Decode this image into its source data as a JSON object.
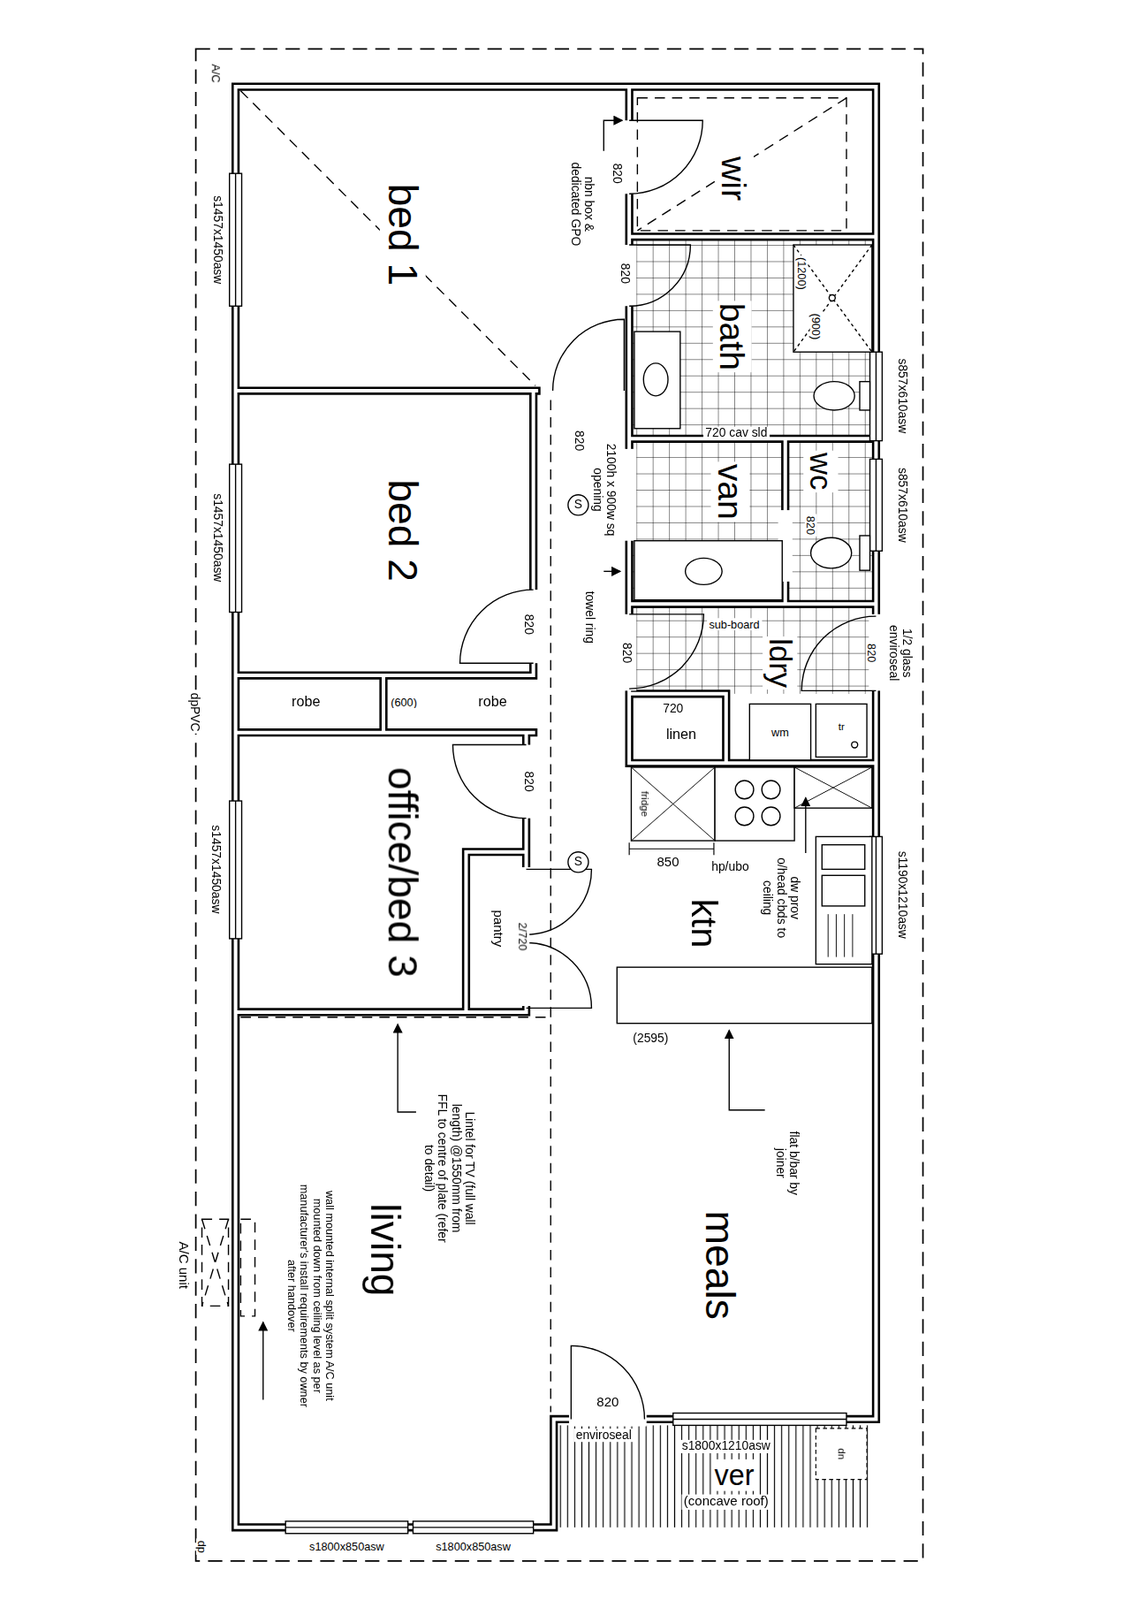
{
  "diagram": {
    "nodes": [
      {
        "text": [
          "bed 1"
        ]
      },
      {
        "text": [
          "wir"
        ]
      },
      {
        "text": [
          "bath"
        ]
      },
      {
        "text": [
          "van"
        ]
      },
      {
        "text": [
          "wc"
        ]
      },
      {
        "text": [
          "bed 2"
        ]
      },
      {
        "text": [
          "ldry"
        ]
      },
      {
        "text": [
          "linen"
        ],
        "in": 6
      },
      {
        "text": [
          "robe"
        ]
      },
      {
        "text": [
          "robe"
        ]
      },
      {
        "text": [
          "office/bed 3"
        ]
      },
      {
        "text": [
          "ktn"
        ]
      },
      {
        "text": [
          "pantry"
        ]
      },
      {
        "text": [
          "living"
        ]
      },
      {
        "text": [
          "meals"
        ]
      },
      {
        "text": [
          "ver",
          "(concave roof)"
        ]
      }
    ],
    "labels": [
      "A/C",
      "nbn box & dedicated GPO",
      "820",
      "820",
      "(1200)",
      "(900)",
      "s1457x1450asw",
      "s857x610asw",
      "720 cav sld",
      "820",
      "2100h x 900w sq opening",
      "820",
      "s857x610asw",
      "s1457x1450asw",
      "towel ring",
      "820",
      "sub-board",
      "820",
      "1/2 glass enviroseal",
      "820",
      "(600)",
      "dpPVC",
      "720",
      "wm",
      "tr",
      "fridge",
      "820",
      "850",
      "hp/ubo",
      "s1457x1450asw",
      "dw prov o/head cbds to ceiling",
      "s1190x1210asw",
      "2/720",
      "(2595)",
      "flat b/bar by joiner",
      "Lintel for TV (full wall length) @1550mm from FFL to centre of plate (refer to detail)",
      "wall mounted internal split system A/C unit mounted down from ceiling level as per manufacturer's install requirements by owner after handover",
      "A/C unit",
      "820",
      "enviroseal",
      "s1800x1210asw",
      "dn",
      "dp",
      "s1800x850asw",
      "s1800x850asw",
      "S",
      "S"
    ]
  }
}
